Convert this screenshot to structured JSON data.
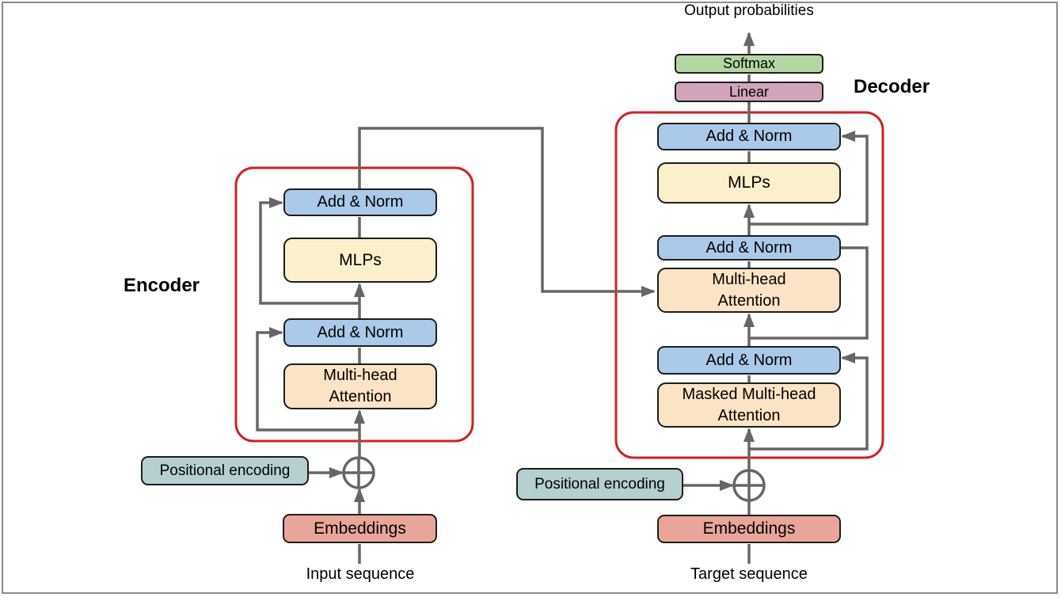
{
  "encoder": {
    "label": "Encoder",
    "add_norm_upper": "Add & Norm",
    "mlps": "MLPs",
    "add_norm_lower": "Add & Norm",
    "attention": "Multi-head\nAttention",
    "positional_encoding": "Positional encoding",
    "embeddings": "Embeddings",
    "input_label": "Input sequence"
  },
  "decoder": {
    "label": "Decoder",
    "output_label": "Output probabilities",
    "softmax": "Softmax",
    "linear": "Linear",
    "add_norm_top": "Add & Norm",
    "mlps": "MLPs",
    "add_norm_middle": "Add & Norm",
    "cross_attention": "Multi-head\nAttention",
    "add_norm_bottom": "Add & Norm",
    "masked_attention": "Masked Multi-head\nAttention",
    "positional_encoding": "Positional encoding",
    "embeddings": "Embeddings",
    "input_label": "Target sequence"
  },
  "icons": {
    "add_operator": "plus-circle"
  },
  "colors": {
    "add_norm_fill": "#abc9e9",
    "mlps_fill": "#fbf0cb",
    "attention_fill": "#fbe3c5",
    "softmax_fill": "#b4d6a5",
    "linear_fill": "#d2a4bb",
    "embeddings_fill": "#e9a59a",
    "positional_fill": "#b6cfd0",
    "group_outline": "#cf2222",
    "connector": "#666666",
    "node_border": "#1d1d1d",
    "frame_border": "#8a8a8a"
  }
}
